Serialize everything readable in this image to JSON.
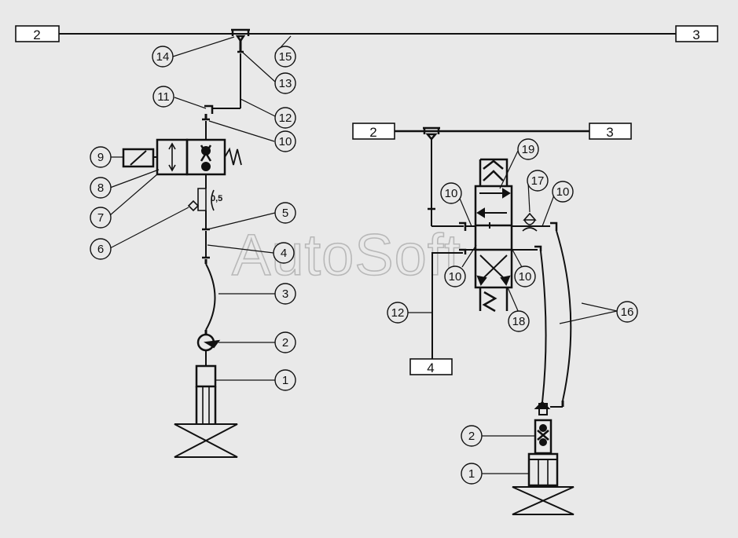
{
  "watermark": "AutoSoft",
  "colors": {
    "background": "#e9e9e9",
    "line": "#111111"
  },
  "left_scheme": {
    "box_left": "2",
    "box_right": "3",
    "throttle_note": "0,5",
    "callouts": [
      "14",
      "15",
      "13",
      "11",
      "12",
      "10",
      "9",
      "8",
      "7",
      "6",
      "5",
      "4",
      "3",
      "2",
      "1"
    ]
  },
  "right_scheme": {
    "box_top_left": "2",
    "box_top_right": "3",
    "box_bottom": "4",
    "callouts": [
      "19",
      "17",
      "10",
      "10",
      "10",
      "10",
      "12",
      "18",
      "16",
      "2",
      "1"
    ]
  }
}
